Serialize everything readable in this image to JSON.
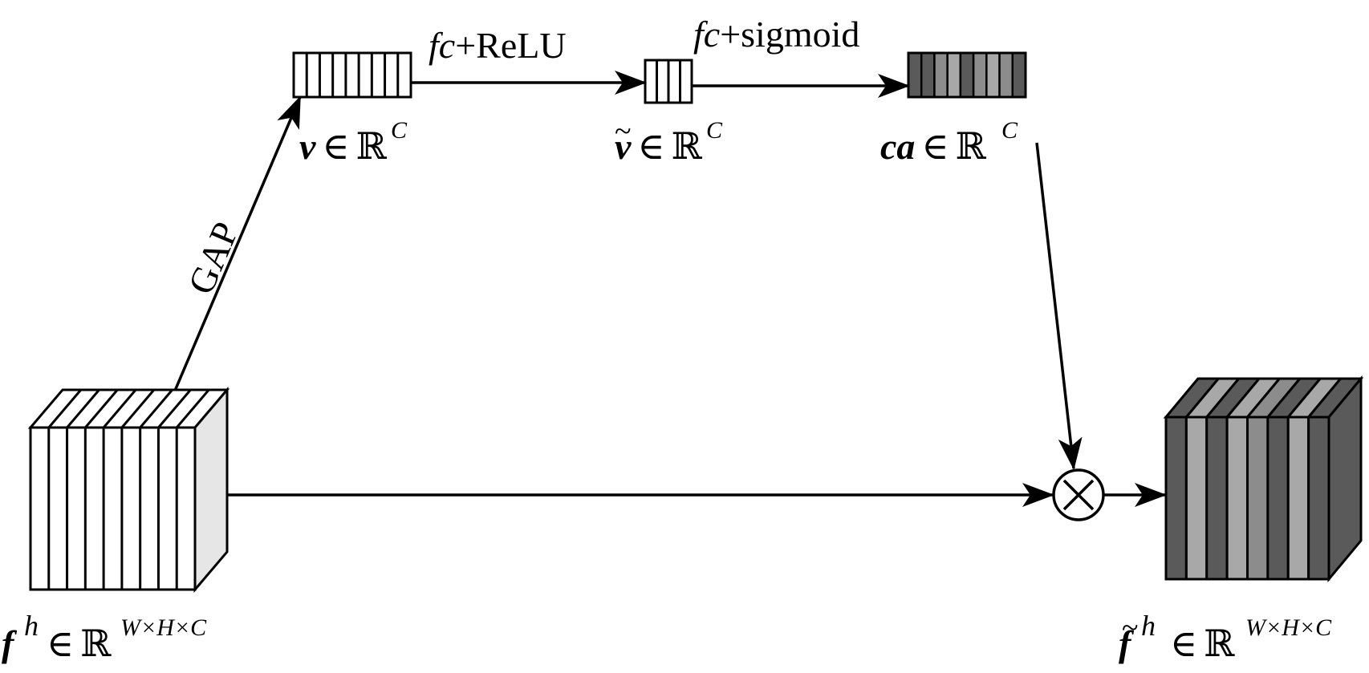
{
  "labels": {
    "gap": "GAP",
    "fc1_italic": "fc",
    "fc1_rest": "+ReLU",
    "fc2_italic": "fc",
    "fc2_rest": "+sigmoid",
    "v_var": "v",
    "vt_var": "v",
    "ca_var": "ca",
    "f_var": "f",
    "ft_var": "f",
    "f_sup": "h",
    "ft_sup": "h",
    "elem": "∈",
    "reals": "ℝ",
    "sup_c": "C",
    "sup_whc": "W×H×C",
    "tilde": "~",
    "otimes": "⊗"
  },
  "colors": {
    "stroke": "#000000",
    "dark_gray": "#5a5a5a",
    "mid_gray": "#8c8c8c",
    "light_gray": "#a8a8a8",
    "side_light": "#e6e6e6"
  }
}
